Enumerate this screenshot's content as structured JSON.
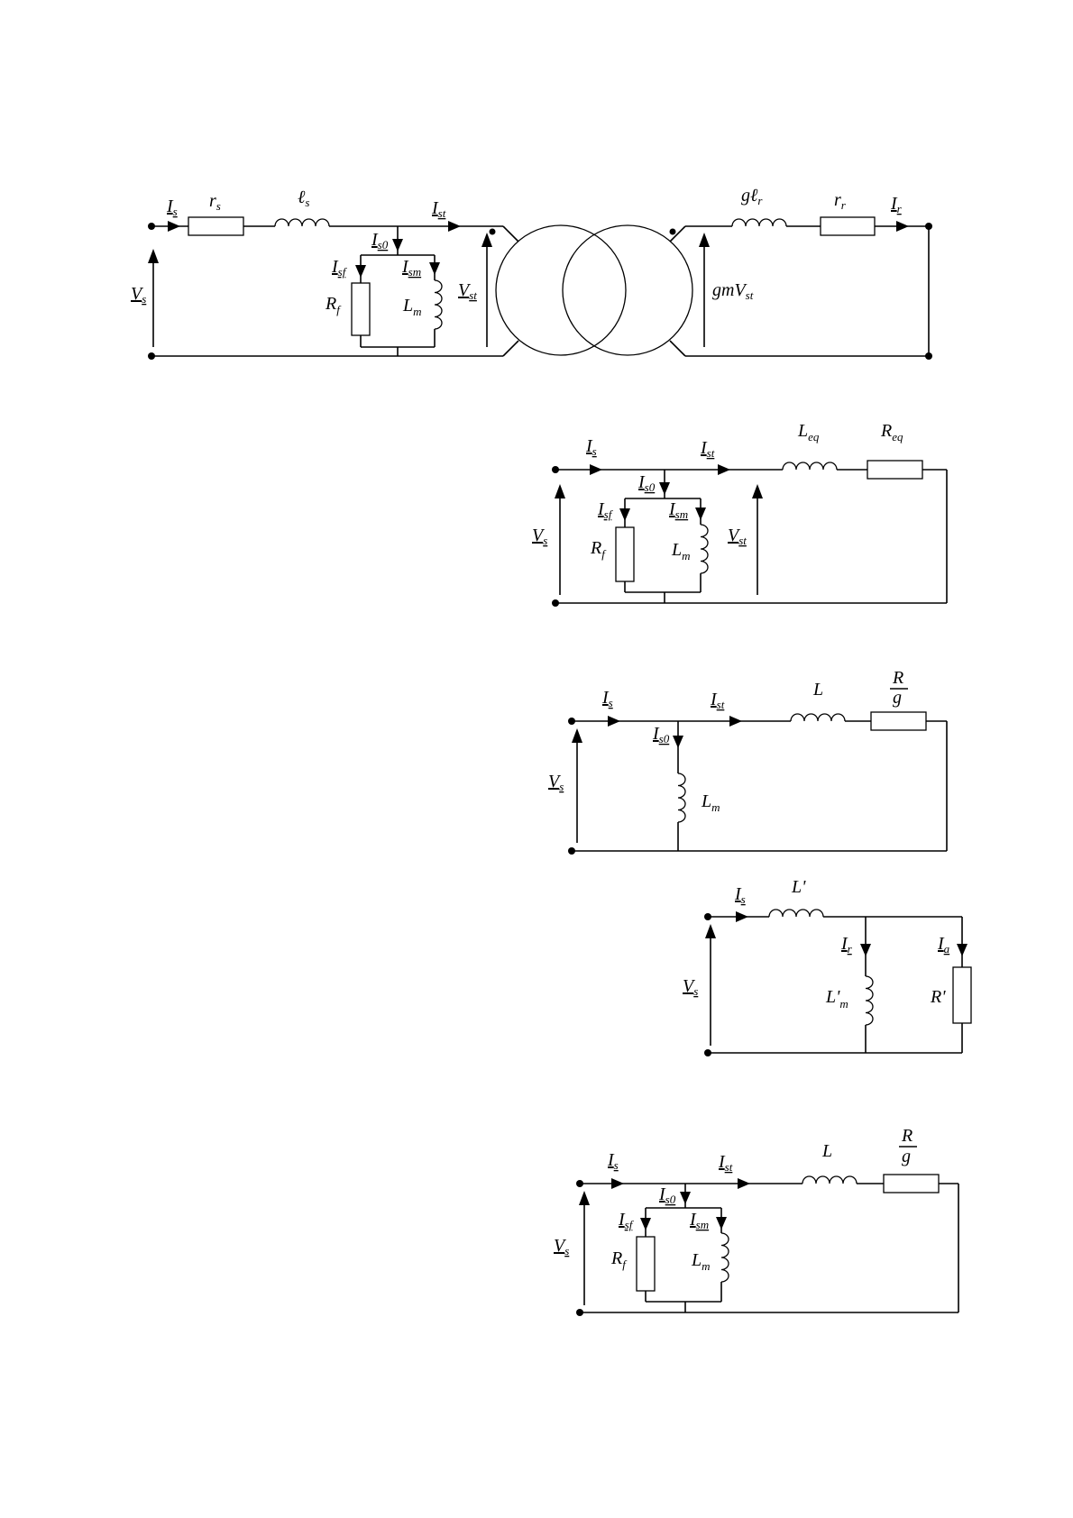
{
  "circuit1": {
    "Is": "I",
    "Is_sub": "s",
    "rs": "r",
    "rs_sub": "s",
    "ls": "ℓ",
    "ls_sub": "s",
    "Ist": "I",
    "Ist_sub": "st",
    "Is0": "I",
    "Is0_sub": "s0",
    "Isf": "I",
    "Isf_sub": "sf",
    "Ism": "I",
    "Ism_sub": "sm",
    "Vs": "V",
    "Vs_sub": "s",
    "Rf": "R",
    "Rf_sub": "f",
    "Lm": "L",
    "Lm_sub": "m",
    "Vst": "V",
    "Vst_sub": "st",
    "glr": "gℓ",
    "glr_sub": "r",
    "rr": "r",
    "rr_sub": "r",
    "Ir": "I",
    "Ir_sub": "r",
    "gmVst": "gmV",
    "gmVst_sub": "st"
  },
  "circuit2": {
    "Is": "I",
    "Is_sub": "s",
    "Ist": "I",
    "Ist_sub": "st",
    "Leq": "L",
    "Leq_sub": "eq",
    "Req": "R",
    "Req_sub": "eq",
    "Is0": "I",
    "Is0_sub": "s0",
    "Isf": "I",
    "Isf_sub": "sf",
    "Ism": "I",
    "Ism_sub": "sm",
    "Vs": "V",
    "Vs_sub": "s",
    "Rf": "R",
    "Rf_sub": "f",
    "Lm": "L",
    "Lm_sub": "m",
    "Vst": "V",
    "Vst_sub": "st"
  },
  "circuit3": {
    "Is": "I",
    "Is_sub": "s",
    "Ist": "I",
    "Ist_sub": "st",
    "L": "L",
    "R_num": "R",
    "R_den": "g",
    "Is0": "I",
    "Is0_sub": "s0",
    "Vs": "V",
    "Vs_sub": "s",
    "Lm": "L",
    "Lm_sub": "m"
  },
  "circuit4": {
    "Is": "I",
    "Is_sub": "s",
    "Lp": "L'",
    "Ir": "I",
    "Ir_sub": "r",
    "Ia": "I",
    "Ia_sub": "a",
    "Vs": "V",
    "Vs_sub": "s",
    "Lpm": "L'",
    "Lpm_sub": "m",
    "Rp": "R'"
  },
  "circuit5": {
    "Is": "I",
    "Is_sub": "s",
    "Ist": "I",
    "Ist_sub": "st",
    "L": "L",
    "R_num": "R",
    "R_den": "g",
    "Is0": "I",
    "Is0_sub": "s0",
    "Isf": "I",
    "Isf_sub": "sf",
    "Ism": "I",
    "Ism_sub": "sm",
    "Vs": "V",
    "Vs_sub": "s",
    "Rf": "R",
    "Rf_sub": "f",
    "Lm": "L",
    "Lm_sub": "m"
  }
}
